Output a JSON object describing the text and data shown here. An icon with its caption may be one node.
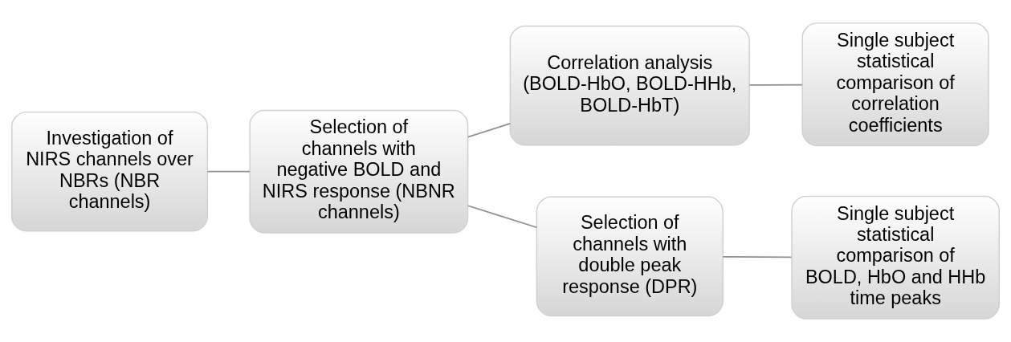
{
  "diagram": {
    "nodes": [
      {
        "text": [
          "Investigation of NIRS channels over NBRs (NBR channels)"
        ]
      },
      {
        "text": [
          "Selection of channels with negative BOLD and NIRS response (NBNR channels)"
        ]
      },
      {
        "text": [
          "Correlation analysis (BOLD-HbO, BOLD-HHb, BOLD-HbT)"
        ]
      },
      {
        "text": [
          "Single subject statistical comparison of correlation coefficients"
        ]
      },
      {
        "text": [
          "Selection of channels with double peak response (DPR)"
        ]
      },
      {
        "text": [
          "Single subject statistical comparison of BOLD, HbO and HHb time peaks"
        ]
      }
    ],
    "edges": [
      {
        "from": 0,
        "to": 1,
        "arrow": "none"
      },
      {
        "from": 1,
        "to": 2,
        "arrow": "none"
      },
      {
        "from": 2,
        "to": 3,
        "arrow": "none"
      },
      {
        "from": 1,
        "to": 4,
        "arrow": "none"
      },
      {
        "from": 4,
        "to": 5,
        "arrow": "none"
      }
    ]
  }
}
